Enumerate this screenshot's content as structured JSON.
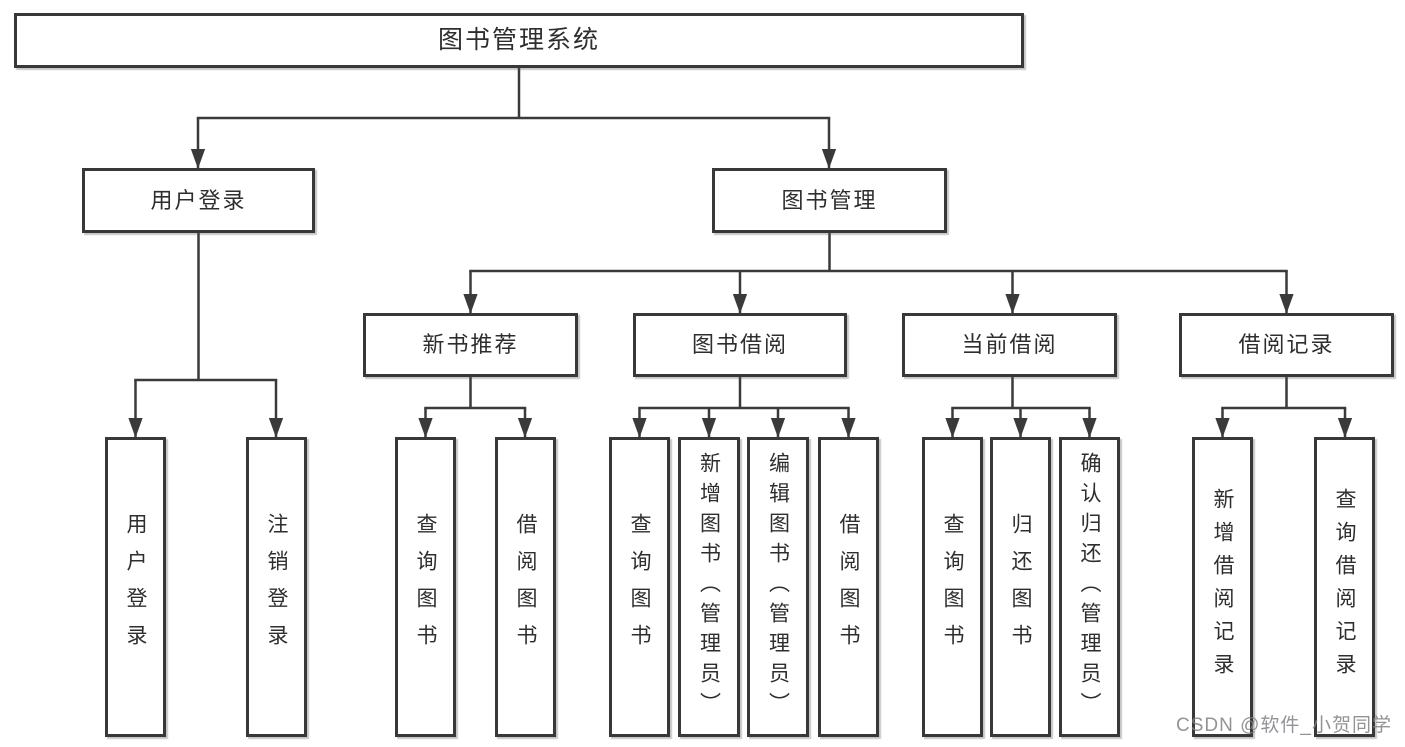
{
  "tree": {
    "root": {
      "label": "图书管理系统",
      "children": [
        {
          "label": "用户登录",
          "children": [
            {
              "label": "用户登录"
            },
            {
              "label": "注销登录"
            }
          ]
        },
        {
          "label": "图书管理",
          "children": [
            {
              "label": "新书推荐",
              "children": [
                {
                  "label": "查询图书"
                },
                {
                  "label": "借阅图书"
                }
              ]
            },
            {
              "label": "图书借阅",
              "children": [
                {
                  "label": "查询图书"
                },
                {
                  "label": "新增图书（管理员）"
                },
                {
                  "label": "编辑图书（管理员）"
                },
                {
                  "label": "借阅图书"
                }
              ]
            },
            {
              "label": "当前借阅",
              "children": [
                {
                  "label": "查询图书"
                },
                {
                  "label": "归还图书"
                },
                {
                  "label": "确认归还（管理员）"
                }
              ]
            },
            {
              "label": "借阅记录",
              "children": [
                {
                  "label": "新增借阅记录"
                },
                {
                  "label": "查询借阅记录"
                }
              ]
            }
          ]
        }
      ]
    }
  },
  "watermark": "CSDN @软件_小贺同学",
  "colors": {
    "line": "#3a3a3a",
    "box_border": "#383838",
    "text": "#2e2e2e",
    "watermark": "#80808a",
    "background": "#ffffff"
  }
}
